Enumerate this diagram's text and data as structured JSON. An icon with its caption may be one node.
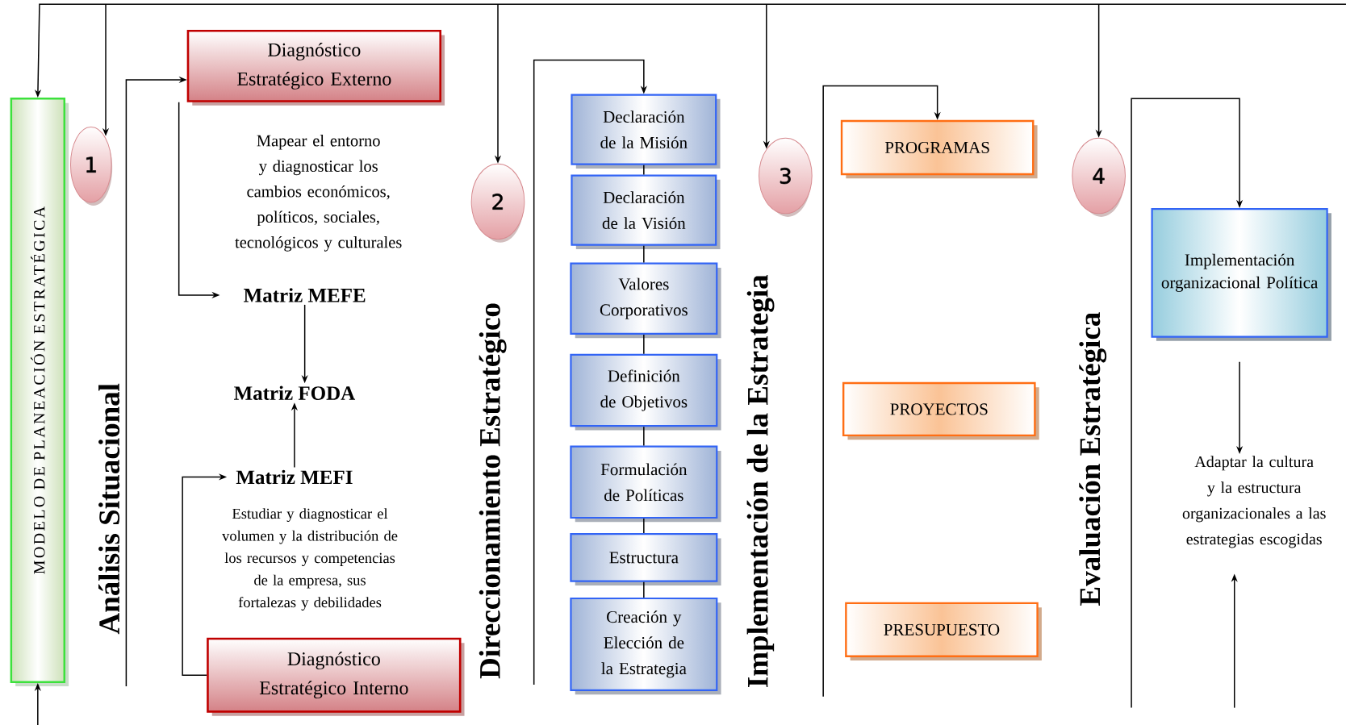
{
  "diagram": {
    "nodes": [
      {
        "text": [
          "MODELO DE PLANEACIÓN ESTRATÉGICA"
        ]
      },
      {
        "text": [
          "1"
        ]
      },
      {
        "text": [
          "Diagnóstico Estratégico Externo"
        ]
      },
      {
        "text": [
          "Matriz MEFE"
        ]
      },
      {
        "text": [
          "Matriz FODA"
        ]
      },
      {
        "text": [
          "Matriz MEFI"
        ]
      },
      {
        "text": [
          "Diagnóstico Estratégico Interno"
        ]
      },
      {
        "text": [
          "2"
        ]
      },
      {
        "text": [
          "Declaración de la Misión"
        ]
      },
      {
        "text": [
          "Declaración de la Visión"
        ]
      },
      {
        "text": [
          "Valores Corporativos"
        ]
      },
      {
        "text": [
          "Definición de Objetivos"
        ]
      },
      {
        "text": [
          "Formulación de Políticas"
        ]
      },
      {
        "text": [
          "Estructura"
        ]
      },
      {
        "text": [
          "Creación y Elección de la Estrategia"
        ]
      },
      {
        "text": [
          "3"
        ]
      },
      {
        "text": [
          "PROGRAMAS"
        ]
      },
      {
        "text": [
          "PROYECTOS"
        ]
      },
      {
        "text": [
          "PRESUPUESTO"
        ]
      },
      {
        "text": [
          "4"
        ]
      },
      {
        "text": [
          "Implementación organizacional Política"
        ]
      },
      {
        "text": [
          "Adaptar la cultura y la estructura organizacionales a las estrategias escogidas"
        ]
      }
    ],
    "edges": [
      {
        "from": null,
        "to": 0,
        "arrow": "to"
      },
      {
        "from": null,
        "to": 1,
        "arrow": "to"
      },
      {
        "from": null,
        "to": 7,
        "arrow": "to"
      },
      {
        "from": null,
        "to": 15,
        "arrow": "to"
      },
      {
        "from": null,
        "to": 19,
        "arrow": "to"
      },
      {
        "from": null,
        "to": 0,
        "arrow": "to"
      },
      {
        "from": null,
        "to": 2,
        "arrow": "to"
      },
      {
        "from": 2,
        "to": 3,
        "arrow": "to"
      },
      {
        "from": 3,
        "to": 4,
        "arrow": "to"
      },
      {
        "from": 5,
        "to": 4,
        "arrow": "to"
      },
      {
        "from": 6,
        "to": 5,
        "arrow": "to"
      },
      {
        "from": null,
        "to": 8,
        "arrow": "to"
      },
      {
        "from": 8,
        "to": 9,
        "arrow": "none"
      },
      {
        "from": 9,
        "to": 10,
        "arrow": "none"
      },
      {
        "from": 10,
        "to": 11,
        "arrow": "none"
      },
      {
        "from": 11,
        "to": 12,
        "arrow": "none"
      },
      {
        "from": 12,
        "to": 13,
        "arrow": "none"
      },
      {
        "from": 13,
        "to": 14,
        "arrow": "none"
      },
      {
        "from": null,
        "to": 16,
        "arrow": "to"
      },
      {
        "from": null,
        "to": 20,
        "arrow": "to"
      },
      {
        "from": 20,
        "to": 21,
        "arrow": "to"
      },
      {
        "from": null,
        "to": 21,
        "arrow": "to"
      }
    ],
    "labels": [
      "Análisis Situacional",
      "Mapear el entorno y diagnosticar los cambios económicos, políticos, sociales, tecnológicos y culturales",
      "Estudiar y diagnosticar el volumen y la distribución de los recursos y competencias de la empresa, sus fortalezas y debilidades",
      "Direccionamiento Estratégico",
      "Implementación de la Estrategia",
      "Evaluación Estratégica"
    ]
  }
}
